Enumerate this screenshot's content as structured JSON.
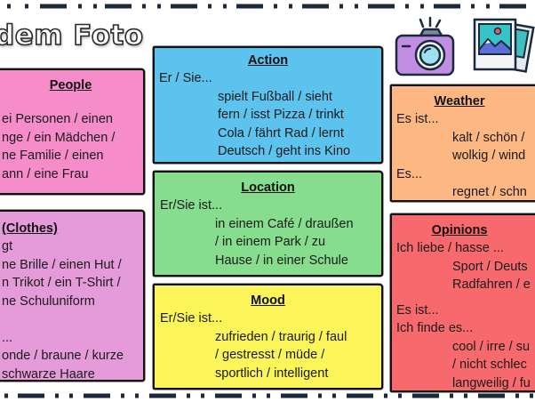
{
  "title": "dem Foto",
  "icons": {
    "camera": "camera-icon",
    "photos": "photo-gallery-icon"
  },
  "colors": {
    "people": "#f78ccb",
    "clothes": "#e59ad9",
    "action": "#5bc3ee",
    "location": "#86dd8d",
    "mood": "#fbf559",
    "weather": "#fdb782",
    "opinions": "#f7696c"
  },
  "people": {
    "heading": "People",
    "lines": [
      "ei Personen / einen",
      "nge / ein Mädchen /",
      "ne Familie / einen",
      "ann / eine Frau"
    ]
  },
  "clothes": {
    "heading": "(Clothes)",
    "lines": [
      "gt",
      "ne Brille / einen Hut /",
      "n Trikot / ein T-Shirt /",
      "ne Schuluniform",
      "",
      "...",
      "onde / braune / kurze",
      "schwarze Haare"
    ]
  },
  "action": {
    "heading": "Action",
    "lead": "Er / Sie...",
    "lines": [
      "spielt Fußball / sieht",
      "fern / isst Pizza / trinkt",
      "Cola / fährt Rad / lernt",
      "Deutsch / geht ins Kino"
    ]
  },
  "location": {
    "heading": "Location",
    "lead": "Er/Sie ist...",
    "lines": [
      "in einem Café /  draußen",
      "/ in einem Park / zu",
      "Hause / in einer Schule"
    ]
  },
  "mood": {
    "heading": "Mood",
    "lead": "Er/Sie ist...",
    "lines": [
      "zufrieden / traurig / faul",
      "/ gestresst / müde /",
      "sportlich / intelligent"
    ]
  },
  "weather": {
    "heading": "Weather",
    "lead1": "Es ist...",
    "lines1": [
      "kalt / schön /",
      "wolkig / wind"
    ],
    "lead2": "Es...",
    "lines2": [
      "regnet / schn"
    ]
  },
  "opinions": {
    "heading": "Opinions",
    "lead1": "Ich liebe / hasse ...",
    "lines1": [
      "Sport / Deuts",
      "Radfahren / e"
    ],
    "lead2": "Es ist...",
    "lead3": "Ich finde es...",
    "lines2": [
      "cool / irre / su",
      "/ nicht schlec",
      "langweilig / fu"
    ]
  }
}
